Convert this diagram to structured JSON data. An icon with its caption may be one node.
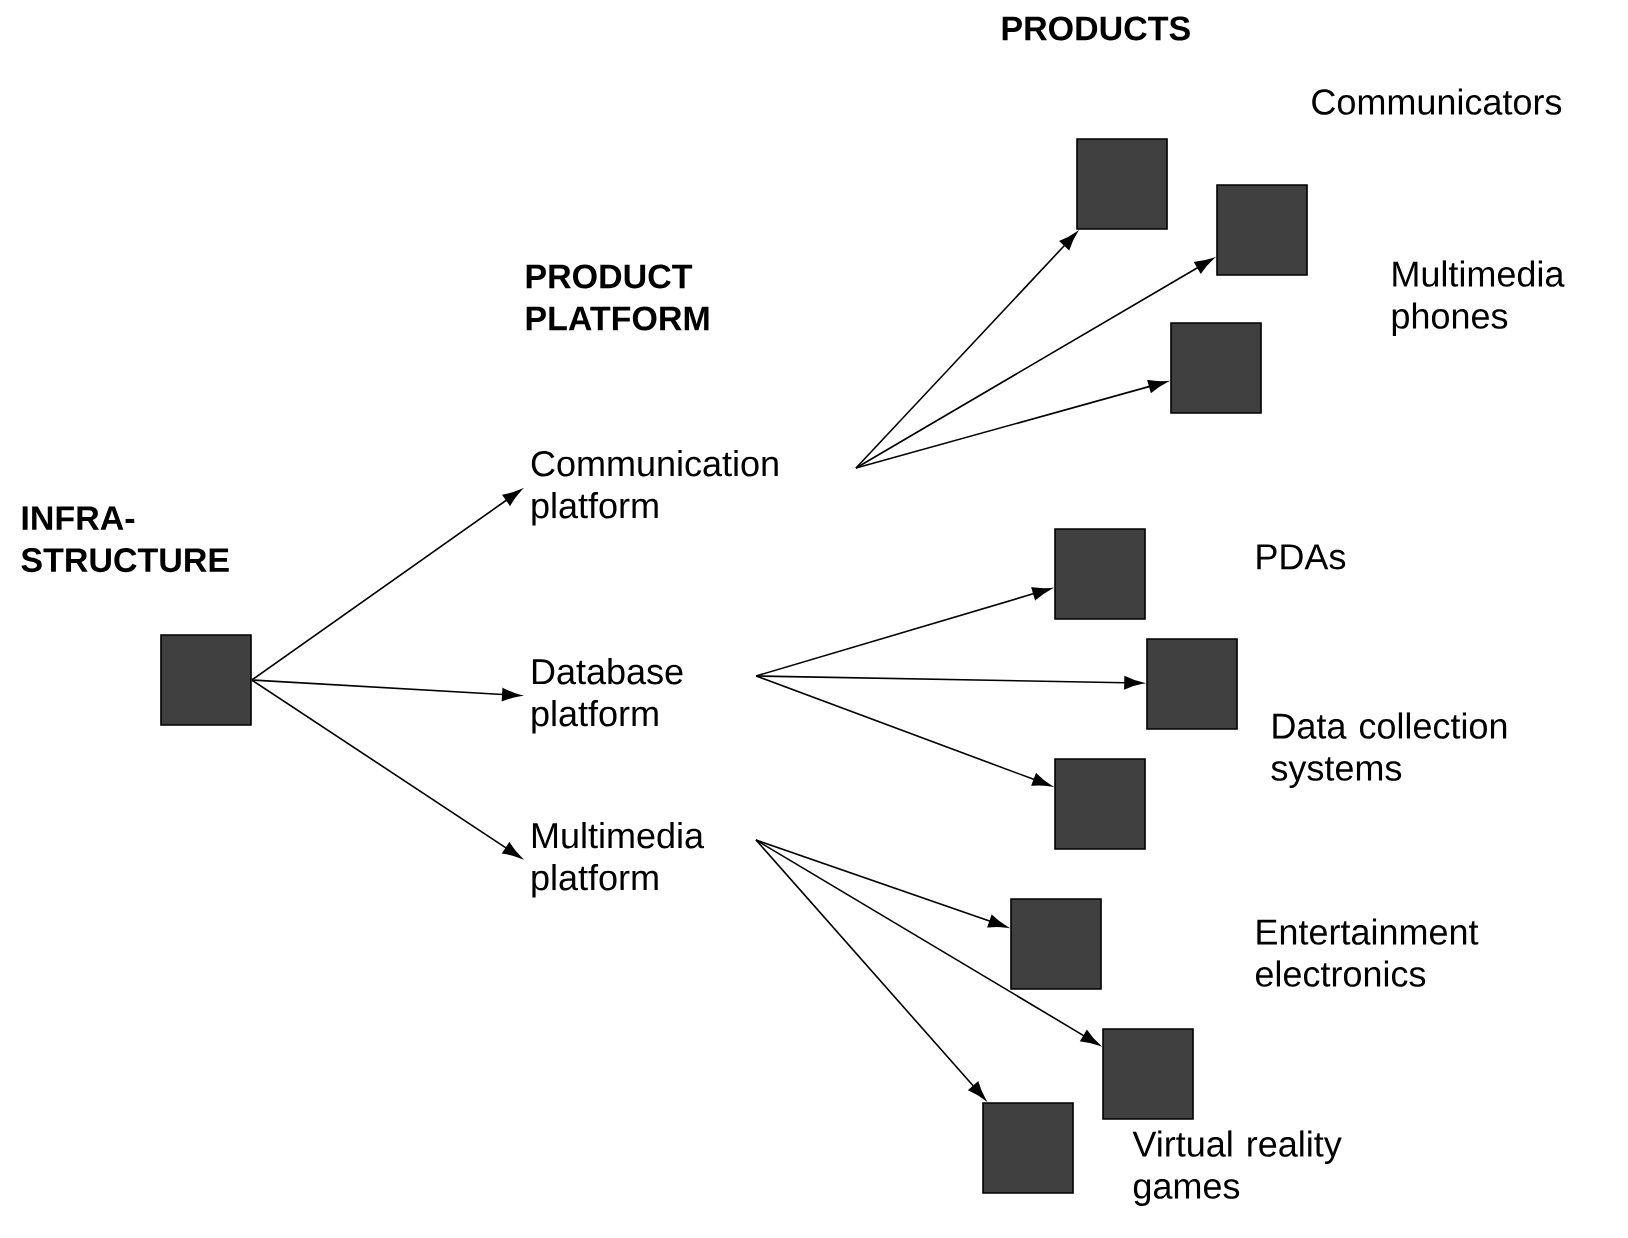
{
  "diagram": {
    "nodes": [
      {
        "text": [],
        "shape": "box"
      },
      {
        "text": [
          "Communication platform"
        ]
      },
      {
        "text": [
          "Database platform"
        ]
      },
      {
        "text": [
          "Multimedia platform"
        ]
      },
      {
        "text": [],
        "shape": "box"
      },
      {
        "text": [],
        "shape": "box"
      },
      {
        "text": [],
        "shape": "box"
      },
      {
        "text": [],
        "shape": "box"
      },
      {
        "text": [],
        "shape": "box"
      },
      {
        "text": [],
        "shape": "box"
      },
      {
        "text": [],
        "shape": "box"
      },
      {
        "text": [],
        "shape": "box"
      },
      {
        "text": [],
        "shape": "box"
      }
    ],
    "edges": [
      {
        "from": 0,
        "to": 1,
        "arrow": "to"
      },
      {
        "from": 0,
        "to": 2,
        "arrow": "to"
      },
      {
        "from": 0,
        "to": 3,
        "arrow": "to"
      },
      {
        "from": 1,
        "to": 4,
        "arrow": "to"
      },
      {
        "from": 1,
        "to": 5,
        "arrow": "to"
      },
      {
        "from": 1,
        "to": 6,
        "arrow": "to"
      },
      {
        "from": 2,
        "to": 7,
        "arrow": "to"
      },
      {
        "from": 2,
        "to": 8,
        "arrow": "to"
      },
      {
        "from": 2,
        "to": 9,
        "arrow": "to"
      },
      {
        "from": 3,
        "to": 10,
        "arrow": "to"
      },
      {
        "from": 3,
        "to": 11,
        "arrow": "to"
      },
      {
        "from": 3,
        "to": 12,
        "arrow": "to"
      }
    ],
    "labels": [
      "PRODUCTS",
      "Communicators",
      "PRODUCT PLATFORM",
      "Multimedia phones",
      "INFRA- STRUCTURE",
      "PDAs",
      "Data collection systems",
      "Entertainment electronics",
      "Virtual reality games"
    ]
  }
}
